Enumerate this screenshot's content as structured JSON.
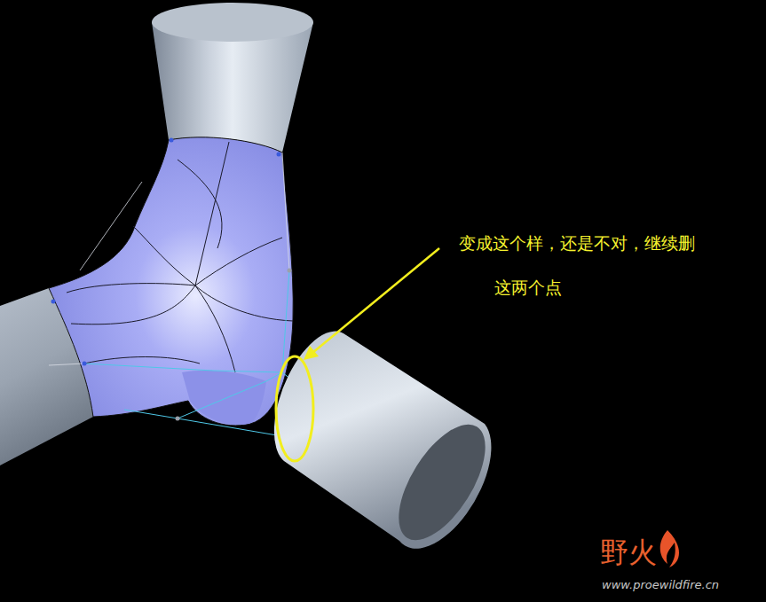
{
  "diagram": {
    "labels": [
      "变成这个样，还是不对，继续删",
      "这两个点",
      "野火",
      "www.proewildfire.cn"
    ]
  }
}
